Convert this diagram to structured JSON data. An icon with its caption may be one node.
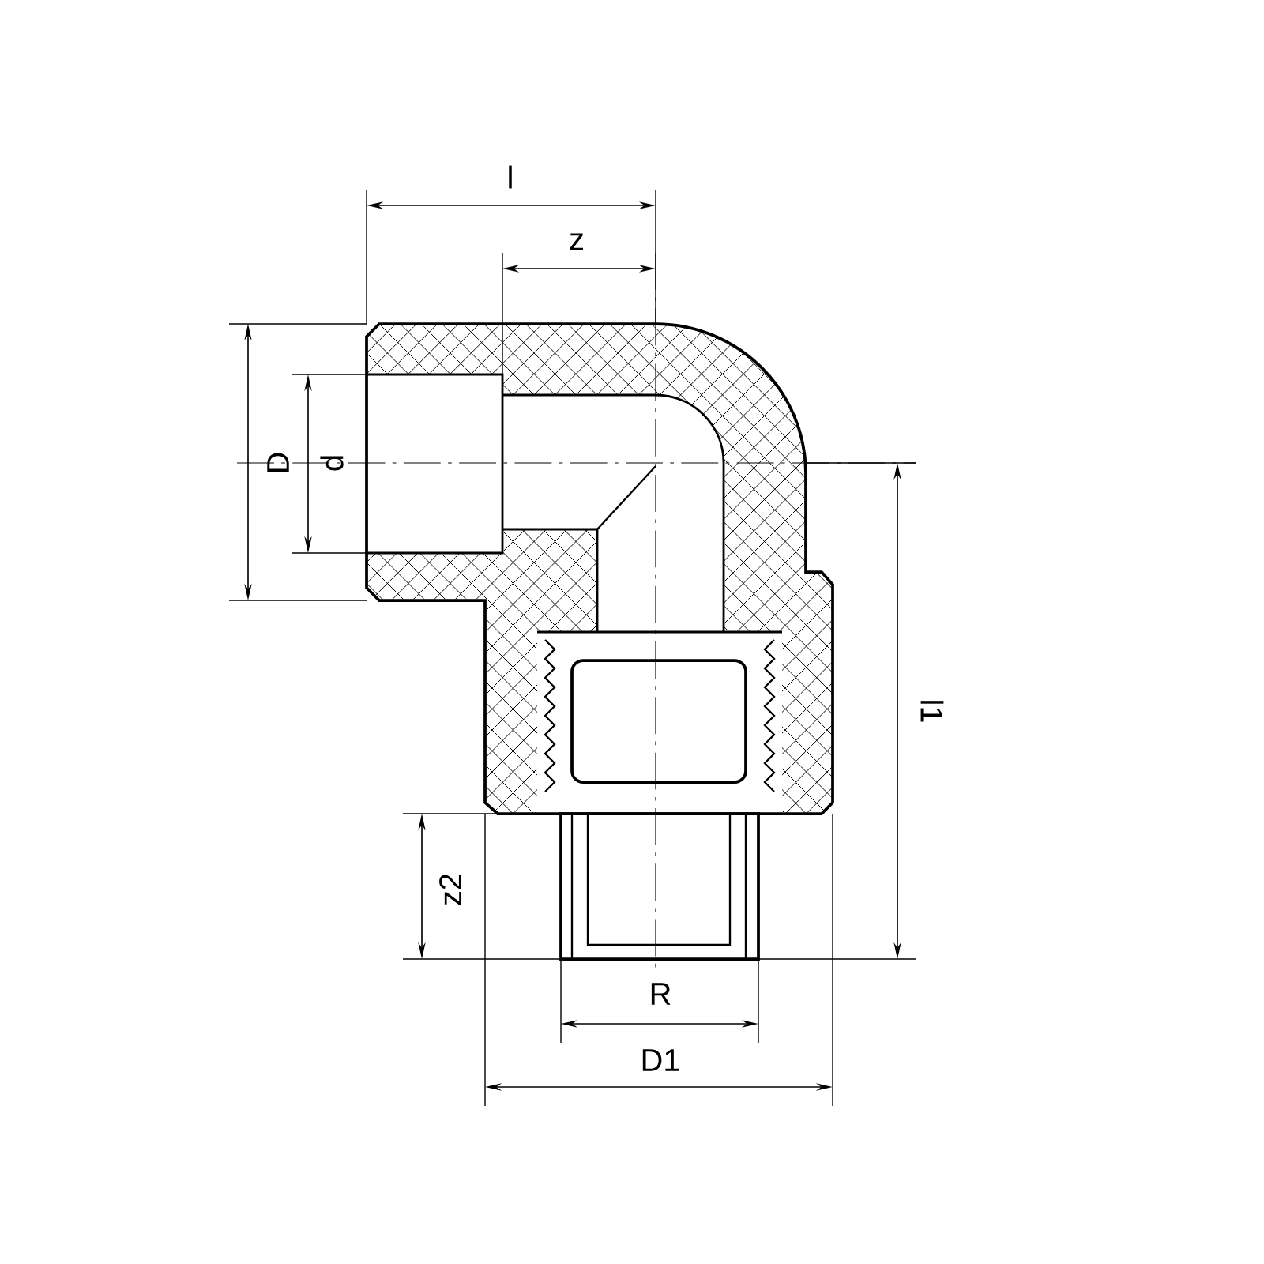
{
  "diagram": {
    "labels": [
      "l",
      "z",
      "D",
      "d",
      "l1",
      "z2",
      "R",
      "D1"
    ]
  }
}
